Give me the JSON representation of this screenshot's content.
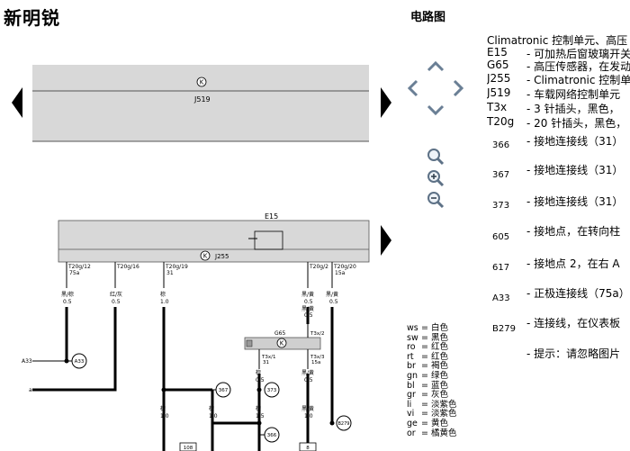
{
  "header": {
    "brand": "新明锐",
    "page_title": "电路图"
  },
  "diagram": {
    "j519_label": "J519",
    "e15_label": "E15",
    "j255_label": "J255",
    "g65_label": "G65",
    "connector_labels": [
      "T20g/12",
      "T20g/16",
      "T20g/19",
      "T20g/2",
      "T20g/20"
    ],
    "connector_sublabels": [
      "75a",
      "",
      "31",
      "",
      "15a"
    ],
    "wire_colors": [
      "黑/棕",
      "红/灰",
      "棕",
      "黑/黄",
      "黑/黄"
    ],
    "wire_sizes": [
      "0.5",
      "0.5",
      "1.0",
      "0.5",
      "0.5"
    ],
    "a33_label": "A33",
    "a_label": "a",
    "t3x_labels": [
      "T3x/2",
      "T3x/1",
      "T3x/3"
    ],
    "t3x_sublabels": [
      "31",
      "15a"
    ],
    "g65_wire_colors": [
      "黑/黄",
      "棕",
      "黑/黄"
    ],
    "g65_wire_sizes": [
      "0.5",
      "0.5",
      "0.5"
    ],
    "ground_labels": [
      "367",
      "373",
      "366",
      "B279"
    ],
    "lower_wire_colors": [
      "棕",
      "棕",
      "棕",
      "黑/黄"
    ],
    "lower_wire_sizes": [
      "1.0",
      "1.0",
      "1.5",
      "1.0"
    ],
    "bottom_refs": [
      "108",
      "8"
    ],
    "k_symbol": "K"
  },
  "legend": {
    "heading": "Climatronic 控制单元、高压",
    "items": [
      {
        "code": "E15",
        "desc": "- 可加热后窗玻璃开关"
      },
      {
        "code": "G65",
        "desc": "- 高压传感器，在发动机舱"
      },
      {
        "code": "J255",
        "desc": "- Climatronic 控制单元"
      },
      {
        "code": "J519",
        "desc": "- 车载网络控制单元"
      },
      {
        "code": "T3x",
        "desc": "- 3 针插头，黑色，"
      },
      {
        "code": "T20g",
        "desc": "- 20 针插头，黑色，"
      },
      {
        "code": "366",
        "desc": "- 接地连接线（31）"
      },
      {
        "code": "367",
        "desc": "- 接地连接线（31）"
      },
      {
        "code": "373",
        "desc": "- 接地连接线（31）"
      },
      {
        "code": "605",
        "desc": "- 接地点，在转向柱"
      },
      {
        "code": "617",
        "desc": "- 接地点 2，在右 A"
      },
      {
        "code": "A33",
        "desc": "- 正极连接线（75a）"
      },
      {
        "code": "B279",
        "desc": "- 连接线，在仪表板"
      },
      {
        "code": "",
        "desc": "- 提示：请忽略图片"
      }
    ]
  },
  "color_codes": [
    {
      "code": "ws",
      "name": "白色"
    },
    {
      "code": "sw",
      "name": "黑色"
    },
    {
      "code": "ro",
      "name": "红色"
    },
    {
      "code": "rt",
      "name": "红色"
    },
    {
      "code": "br",
      "name": "褐色"
    },
    {
      "code": "gn",
      "name": "绿色"
    },
    {
      "code": "bl",
      "name": "蓝色"
    },
    {
      "code": "gr",
      "name": "灰色"
    },
    {
      "code": "li",
      "name": "淡紫色"
    },
    {
      "code": "vi",
      "name": "淡紫色"
    },
    {
      "code": "ge",
      "name": "黄色"
    },
    {
      "code": "or",
      "name": "橘黄色"
    }
  ],
  "colors": {
    "panel": "#d8d8d8",
    "component": "#cfcfcf",
    "wire": "#000000"
  },
  "icons": [
    "arrow-left-icon",
    "arrow-right-icon",
    "pan-up-icon",
    "pan-left-icon",
    "pan-right-icon",
    "pan-down-icon",
    "zoom-icon",
    "zoom-in-icon",
    "zoom-out-icon"
  ]
}
